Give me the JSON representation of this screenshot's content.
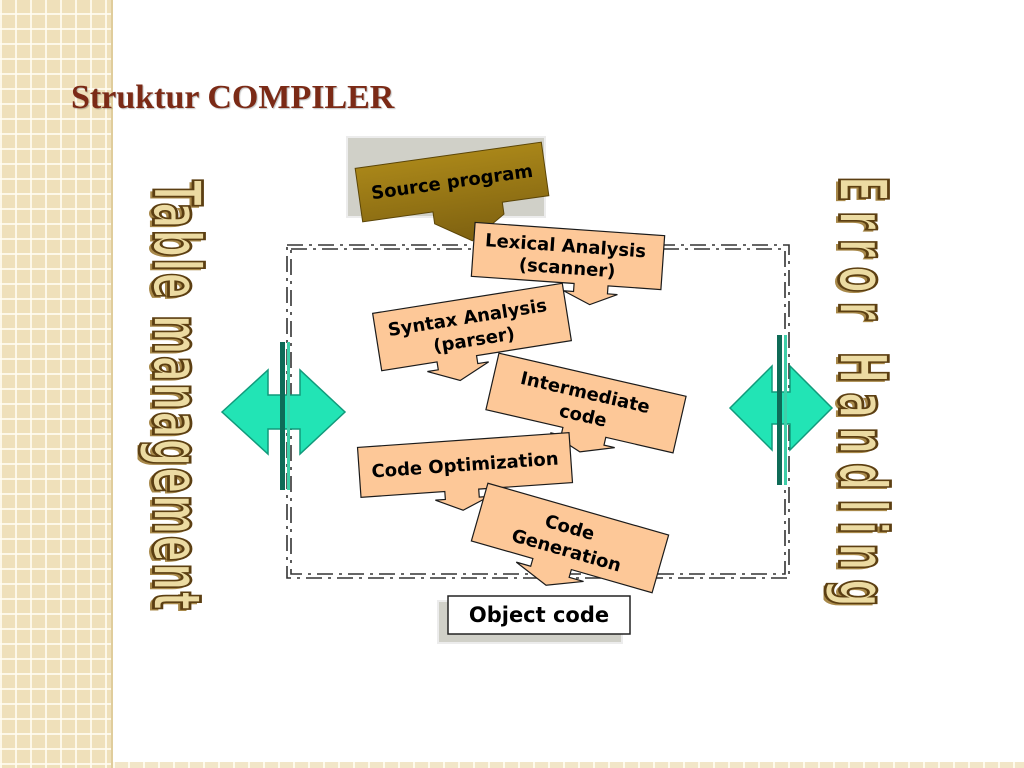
{
  "slide": {
    "title": "Struktur COMPILER"
  },
  "side_labels": {
    "left": "Table management",
    "right": "Error Handling"
  },
  "pipeline": {
    "input": "Source program",
    "phases": [
      {
        "lines": [
          "Lexical Analysis",
          "(scanner)"
        ]
      },
      {
        "lines": [
          "Syntax Analysis",
          "(parser)"
        ]
      },
      {
        "lines": [
          "Intermediate",
          "code"
        ]
      },
      {
        "lines": [
          "Code Optimization"
        ]
      },
      {
        "lines": [
          "Code",
          "Generation"
        ]
      }
    ],
    "output": "Object code"
  },
  "icons": {
    "left_connector": "double-headed-arrow-icon",
    "right_connector": "double-headed-arrow-icon"
  },
  "colors": {
    "title": "#7b2a16",
    "phase_fill": "#fdc898",
    "input_fill_top": "#a98619",
    "input_fill_bottom": "#7e6110",
    "arrow_fill": "#22e4b5",
    "side_label_fill": "#ecdba2",
    "side_label_stroke": "#5c3f12"
  }
}
